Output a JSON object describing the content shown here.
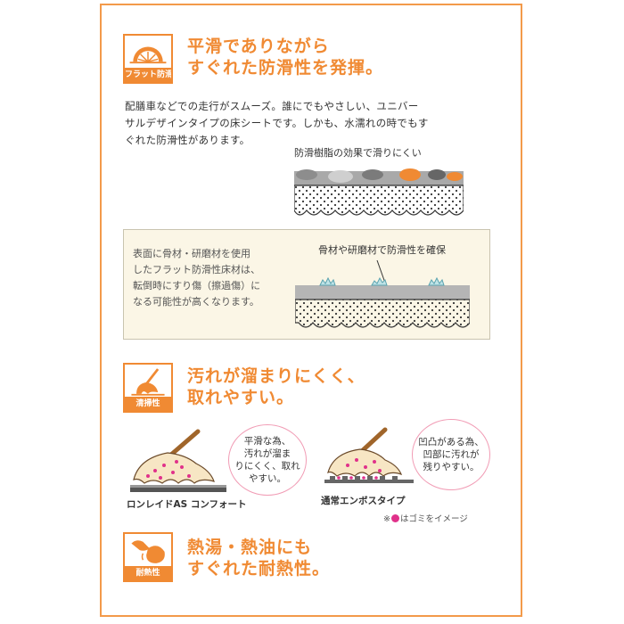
{
  "colors": {
    "accent": "#f08a33",
    "frame": "#f39a4a",
    "pink": "#e0318a",
    "bubble_border": "#f19bb4",
    "warn_bg": "#fbf6e6"
  },
  "section1": {
    "icon": "orange-slice-icon",
    "badge_label": "フラット防滑",
    "heading": [
      "平滑でありながら",
      "すぐれた防滑性を発揮。"
    ],
    "body": [
      "配膳車などでの走行がスムーズ。誰にでもやさしい、ユニバー",
      "サルデザインタイプの床シートです。しかも、水濡れの時でもす",
      "ぐれた防滑性があります。"
    ],
    "diagram_label": "防滑樹脂の効果で滑りにくい"
  },
  "comparison": {
    "text": [
      "表面に骨材・研磨材を使用",
      "したフラット防滑性床材は、",
      "転倒時にすり傷（擦過傷）に",
      "なる可能性が高くなります。"
    ],
    "diagram_label": "骨材や研磨材で防滑性を確保"
  },
  "section2": {
    "icon": "mop-icon",
    "badge_label": "清掃性",
    "heading": [
      "汚れが溜まりにくく、",
      "取れやすい。"
    ],
    "bubble_left": [
      "平滑な為、",
      "汚れが溜ま",
      "りにくく、取れ",
      "やすい。"
    ],
    "bubble_right": [
      "凹凸がある為、",
      "凹部に汚れが",
      "残りやすい。"
    ],
    "caption_left": "ロンレイドAS コンフォート",
    "caption_right": "通常エンボスタイプ",
    "note_prefix": "※",
    "note_suffix": "はゴミをイメージ"
  },
  "section3": {
    "icon": "hot-oil-icon",
    "badge_label": "耐熱性",
    "heading": [
      "熱湯・熱油にも",
      "すぐれた耐熱性。"
    ]
  }
}
